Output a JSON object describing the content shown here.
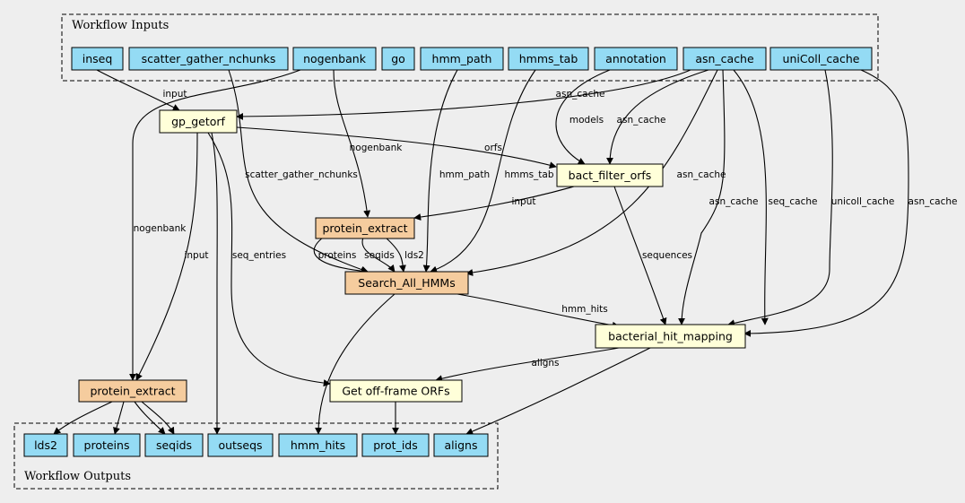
{
  "colors": {
    "io": "#94dbf4",
    "step": "#ffffd9",
    "subworkflow": "#f5cc9e",
    "background": "#eeeeee"
  },
  "clusters": {
    "inputs_label": "Workflow Inputs",
    "outputs_label": "Workflow Outputs"
  },
  "nodes": {
    "inseq": "inseq",
    "scatter_gather_nchunks": "scatter_gather_nchunks",
    "nogenbank": "nogenbank",
    "go": "go",
    "hmm_path": "hmm_path",
    "hmms_tab": "hmms_tab",
    "annotation": "annotation",
    "asn_cache": "asn_cache",
    "uniColl_cache": "uniColl_cache",
    "gp_getorf": "gp_getorf",
    "bact_filter_orfs": "bact_filter_orfs",
    "protein_extract_1": "protein_extract",
    "search_all_hmms": "Search_All_HMMs",
    "bacterial_hit_mapping": "bacterial_hit_mapping",
    "protein_extract_2": "protein_extract",
    "get_off_frame_orfs": "Get off-frame ORFs",
    "lds2": "lds2",
    "proteins": "proteins",
    "seqids": "seqids",
    "outseqs": "outseqs",
    "hmm_hits": "hmm_hits",
    "prot_ids": "prot_ids",
    "aligns": "aligns"
  },
  "edge_labels": {
    "inseq_getorf": "input",
    "asn_getorf": "asn_cache",
    "annotation_filter": "models",
    "asn_filter": "asn_cache",
    "getorf_filter": "orfs",
    "nogenbank_pe1": "nogenbank",
    "sgn_search": "scatter_gather_nchunks",
    "hmmpath_search": "hmm_path",
    "hmmstab_search": "hmms_tab",
    "asn_search": "asn_cache",
    "filter_pe1": "input",
    "asn_mapping_1": "asn_cache",
    "asn_mapping_2": "seq_cache",
    "unicoll_mapping_1": "unicoll_cache",
    "unicoll_mapping_2": "asn_cache",
    "nogenbank_pe2": "nogenbank",
    "getorf_pe2": "input",
    "getorf_offframe": "seq_entries",
    "pe1_search_proteins": "proteins",
    "pe1_search_seqids": "seqids",
    "pe1_search_lds2": "lds2",
    "filter_mapping": "sequences",
    "search_mapping": "hmm_hits",
    "mapping_offframe": "aligns"
  }
}
